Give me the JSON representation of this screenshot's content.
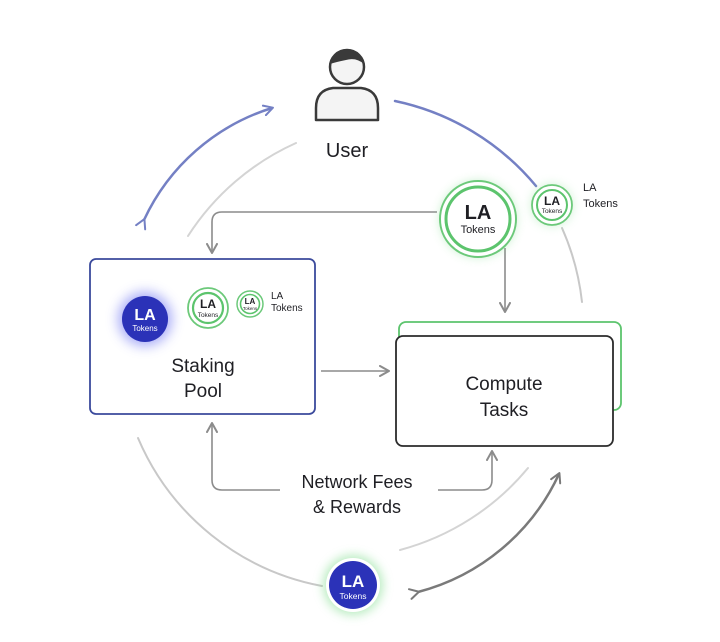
{
  "user": {
    "label": "User"
  },
  "token": {
    "symbol": "LA",
    "name": "Tokens"
  },
  "token_label": {
    "symbol": "LA",
    "name": "Tokens"
  },
  "staking_pool": {
    "line1": "Staking",
    "line2": "Pool"
  },
  "compute_tasks": {
    "line1": "Compute",
    "line2": "Tasks"
  },
  "fees": {
    "line1": "Network Fees",
    "line2": "& Rewards"
  },
  "colors": {
    "accent_blue": "#7480c4",
    "token_blue": "#2b32b8",
    "token_green": "#5cc46d",
    "ring_gray": "#c8c8c8",
    "arrow_gray": "#8c8c8c",
    "box_border_blue": "#3b4a9c"
  }
}
